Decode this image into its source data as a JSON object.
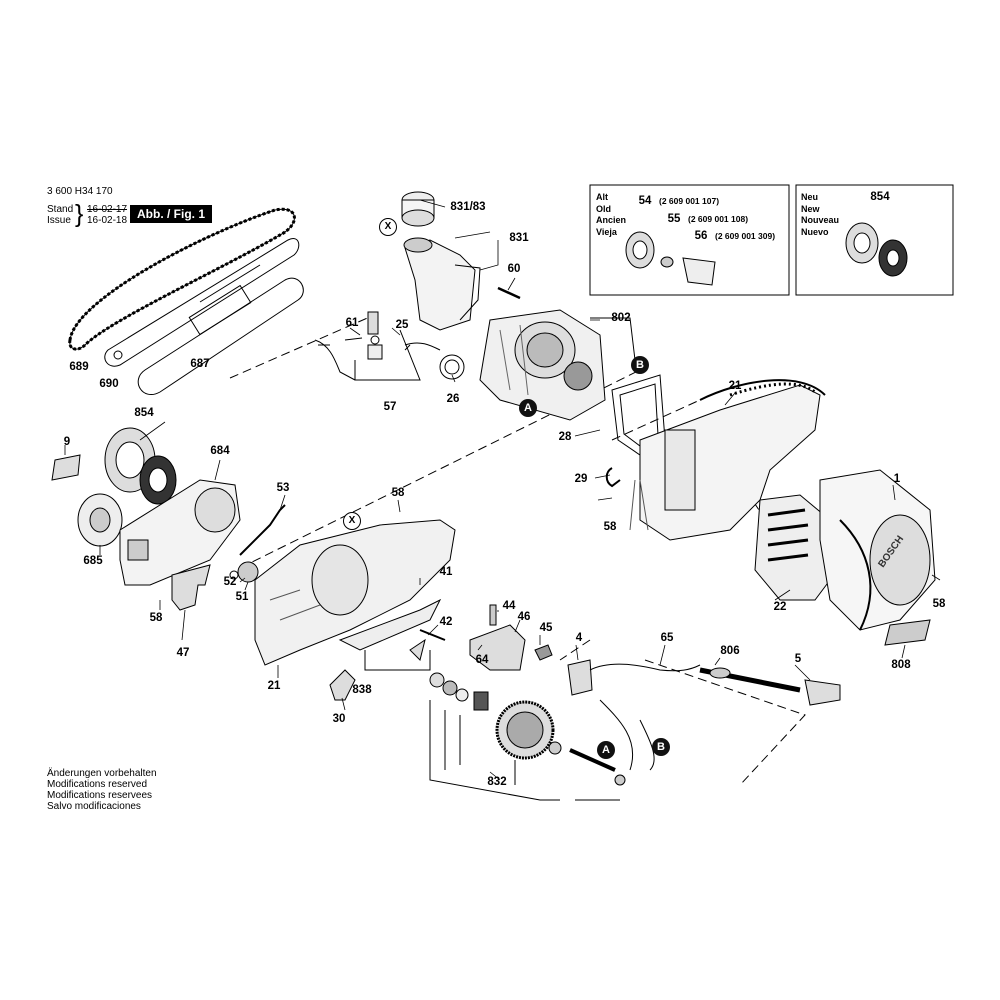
{
  "header": {
    "doc_number": "3 600 H34 170",
    "stand_label": "Stand",
    "issue_label": "Issue",
    "stand_date_struck": "16-02-17",
    "issue_date": "16-02-18",
    "figure_label": "Abb. / Fig. 1"
  },
  "old_parts_box": {
    "labels": [
      "Alt",
      "Old",
      "Ancien",
      "Vieja"
    ],
    "items": [
      {
        "callout": "54",
        "part_number": "(2 609 001 107)"
      },
      {
        "callout": "55",
        "part_number": "(2 609 001 108)"
      },
      {
        "callout": "56",
        "part_number": "(2 609 001 309)"
      }
    ]
  },
  "new_parts_box": {
    "labels": [
      "Neu",
      "New",
      "Nouveau",
      "Nuevo"
    ],
    "items": [
      {
        "callout": "854"
      }
    ]
  },
  "callouts": [
    "831/83",
    "831",
    "60",
    "61",
    "25",
    "802",
    "57",
    "26",
    "689",
    "690",
    "687",
    "21",
    "28",
    "29",
    "58",
    "1",
    "854",
    "9",
    "684",
    "53",
    "58",
    "41",
    "22",
    "58",
    "685",
    "52",
    "51",
    "58",
    "47",
    "44",
    "46",
    "45",
    "4",
    "65",
    "806",
    "5",
    "42",
    "64",
    "21",
    "838",
    "30",
    "808",
    "832"
  ],
  "markers": [
    "A",
    "B",
    "A",
    "B"
  ],
  "x_marks": [
    "X",
    "X"
  ],
  "brand_text": "BOSCH",
  "footer_notes": [
    "Änderungen vorbehalten",
    "Modifications reserved",
    "Modifications reservees",
    "Salvo modificaciones"
  ]
}
